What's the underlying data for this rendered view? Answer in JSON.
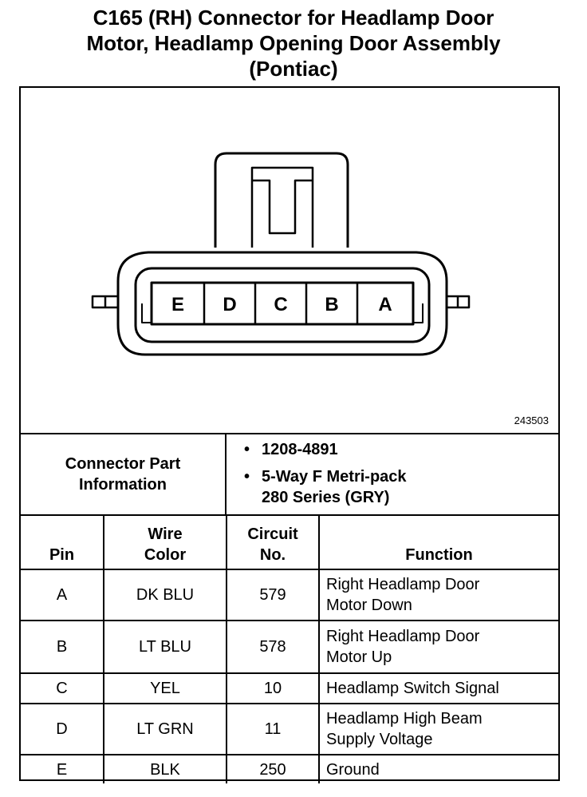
{
  "title": {
    "line1": "C165 (RH) Connector for Headlamp Door",
    "line2": "Motor, Headlamp Opening Door Assembly",
    "line3": "(Pontiac)"
  },
  "diagram": {
    "figure_id": "243503",
    "pin_labels": [
      "E",
      "D",
      "C",
      "B",
      "A"
    ]
  },
  "connector_info": {
    "label_line1": "Connector Part",
    "label_line2": "Information",
    "items": [
      {
        "line1": "1208-4891",
        "line2": ""
      },
      {
        "line1": "5-Way F Metri-pack",
        "line2": "280 Series (GRY)"
      }
    ]
  },
  "table": {
    "headers": {
      "pin": "Pin",
      "wire_line1": "Wire",
      "wire_line2": "Color",
      "circuit_line1": "Circuit",
      "circuit_line2": "No.",
      "function": "Function"
    },
    "rows": [
      {
        "pin": "A",
        "wire": "DK BLU",
        "circuit": "579",
        "func1": "Right Headlamp Door",
        "func2": "Motor Down"
      },
      {
        "pin": "B",
        "wire": "LT BLU",
        "circuit": "578",
        "func1": "Right Headlamp Door",
        "func2": "Motor Up"
      },
      {
        "pin": "C",
        "wire": "YEL",
        "circuit": "10",
        "func1": "Headlamp Switch Signal",
        "func2": ""
      },
      {
        "pin": "D",
        "wire": "LT GRN",
        "circuit": "11",
        "func1": "Headlamp High Beam",
        "func2": "Supply Voltage"
      },
      {
        "pin": "E",
        "wire": "BLK",
        "circuit": "250",
        "func1": "Ground",
        "func2": ""
      }
    ]
  }
}
